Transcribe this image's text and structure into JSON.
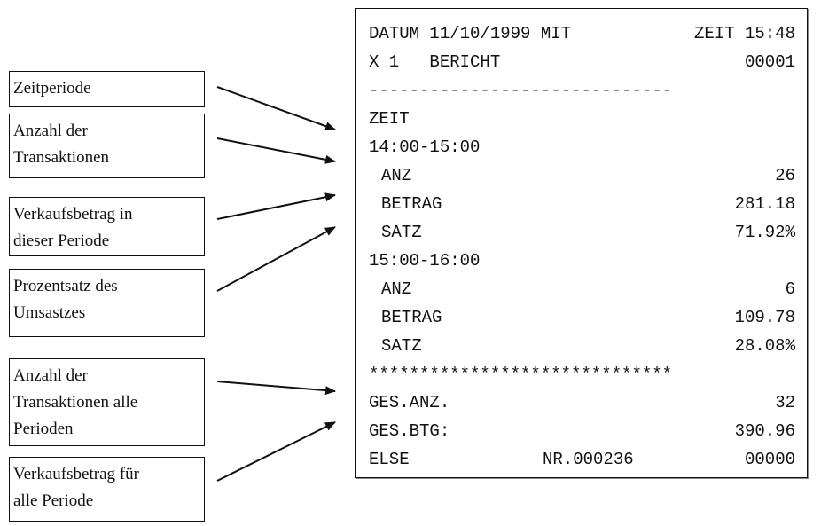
{
  "labels": [
    {
      "lines": [
        "Zeitperiode"
      ]
    },
    {
      "lines": [
        "Anzahl der",
        "Transaktionen"
      ]
    },
    {
      "lines": [
        "Verkaufsbetrag in",
        "dieser Periode"
      ]
    },
    {
      "lines": [
        "Prozentsatz des",
        "Umsastzes"
      ]
    },
    {
      "lines": [
        "Anzahl der",
        "Transaktionen alle",
        "Perioden"
      ]
    },
    {
      "lines": [
        "Verkaufsbetrag für",
        "alle Periode"
      ]
    }
  ],
  "receipt": {
    "header_left": "DATUM 11/10/1999 MIT",
    "header_right": "ZEIT 15:48",
    "report_left": "X 1   BERICHT",
    "report_right": "00001",
    "dash_line": "------------------------------",
    "section_title": "ZEIT",
    "periods": [
      {
        "range": "14:00-15:00",
        "anz_label": "ANZ",
        "anz": "26",
        "betrag_label": "BETRAG",
        "betrag": "281.18",
        "satz_label": "SATZ",
        "satz": "71.92%"
      },
      {
        "range": "15:00-16:00",
        "anz_label": "ANZ",
        "anz": "6",
        "betrag_label": "BETRAG",
        "betrag": "109.78",
        "satz_label": "SATZ",
        "satz": "28.08%"
      }
    ],
    "star_line": "******************************",
    "total_anz_label": "GES.ANZ.",
    "total_anz": "32",
    "total_btg_label": "GES.BTG:",
    "total_btg": "390.96",
    "footer_left": "ELSE",
    "footer_mid": "NR.000236",
    "footer_right": "00000"
  }
}
